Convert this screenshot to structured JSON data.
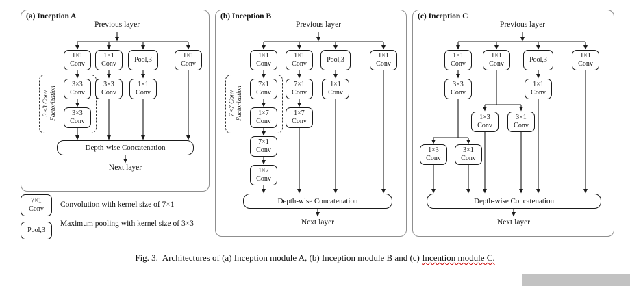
{
  "page": {
    "caption_prefix": "Fig. 3.  Architectures of (a) Inception module A, (b) Inception module B and (c) ",
    "caption_flagged": "Incention module C."
  },
  "labels": {
    "previous_layer": "Previous layer",
    "next_layer": "Next layer",
    "concat": "Depth-wise Concatenation"
  },
  "panel_a": {
    "title": "(a) Inception A",
    "factorization": "3×3 Conv\nFactorization",
    "nodes": {
      "r1c1": "1×1\nConv",
      "r1c2": "1×1\nConv",
      "r1c3": "Pool,3",
      "r1c4": "1×1\nConv",
      "b1_conv33_1": "3×3\nConv",
      "b1_conv33_2": "3×3\nConv",
      "b2_conv33": "3×3\nConv",
      "b3_conv11": "1×1\nConv"
    }
  },
  "panel_b": {
    "title": "(b) Inception B",
    "factorization": "7×7 Conv\nFactorization",
    "nodes": {
      "r1c1": "1×1\nConv",
      "r1c2": "1×1\nConv",
      "r1c3": "Pool,3",
      "r1c4": "1×1\nConv",
      "b1_conv71_1": "7×1\nConv",
      "b1_conv17_1": "1×7\nConv",
      "b1_conv71_2": "7×1\nConv",
      "b1_conv17_2": "1×7\nConv",
      "b2_conv71": "7×1\nConv",
      "b2_conv17": "1×7\nConv",
      "b3_conv11": "1×1\nConv"
    }
  },
  "panel_c": {
    "title": "(c) Inception C",
    "nodes": {
      "r1c1": "1×1\nConv",
      "r1c2": "1×1\nConv",
      "r1c3": "Pool,3",
      "r1c4": "1×1\nConv",
      "b1_conv33": "3×3\nConv",
      "b1_conv13": "1×3\nConv",
      "b1_conv31": "3×1\nConv",
      "b2_conv13": "1×3\nConv",
      "b2_conv31": "3×1\nConv",
      "b3_conv11": "1×1\nConv"
    }
  },
  "legend": {
    "conv_box": "7×1\nConv",
    "conv_text": "Convolution with kernel size of 7×1",
    "pool_box": "Pool,3",
    "pool_text": "Maximum pooling with kernel size of 3×3"
  }
}
